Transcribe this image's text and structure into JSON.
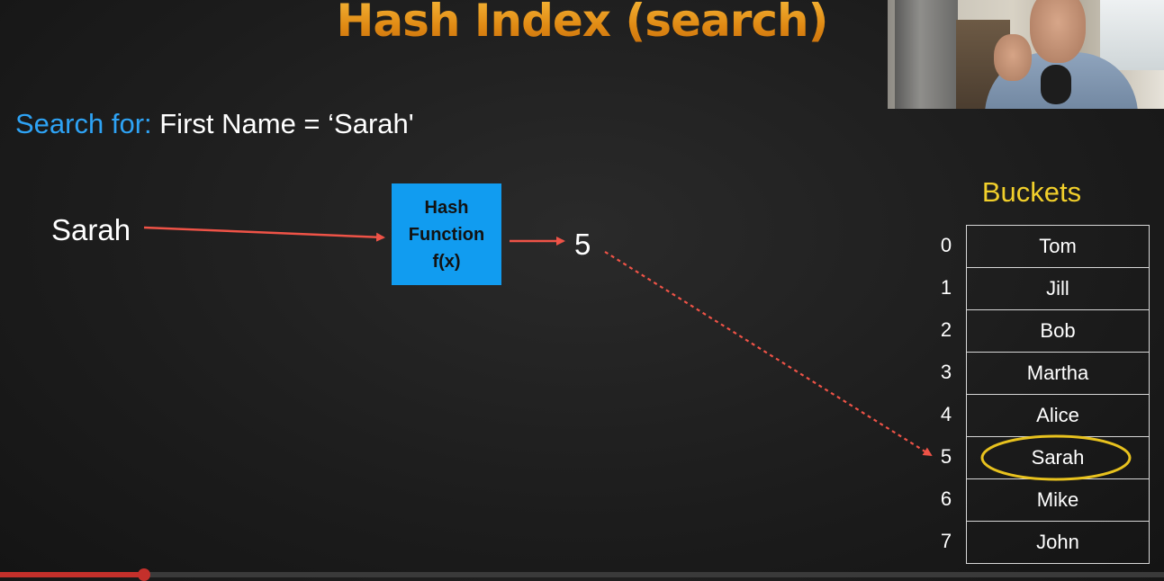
{
  "title": "Hash Index (search)",
  "search": {
    "label": "Search for:",
    "text": "First Name = ‘Sarah'"
  },
  "input_value": "Sarah",
  "hash_function": {
    "line1": "Hash",
    "line2": "Function",
    "line3": "f(x)"
  },
  "hash_output": "5",
  "buckets": {
    "title": "Buckets",
    "rows": [
      {
        "index": "0",
        "name": "Tom"
      },
      {
        "index": "1",
        "name": "Jill"
      },
      {
        "index": "2",
        "name": "Bob"
      },
      {
        "index": "3",
        "name": "Martha"
      },
      {
        "index": "4",
        "name": "Alice"
      },
      {
        "index": "5",
        "name": "Sarah"
      },
      {
        "index": "6",
        "name": "Mike"
      },
      {
        "index": "7",
        "name": "John"
      }
    ],
    "highlighted_index": 5
  },
  "colors": {
    "title": "#e39a1c",
    "search_label": "#2ea3f5",
    "hash_box": "#119cf0",
    "arrow": "#ef5347",
    "buckets_title": "#f1cf2b",
    "highlight": "#e8c21e"
  },
  "video": {
    "progress_fraction": 0.124
  }
}
